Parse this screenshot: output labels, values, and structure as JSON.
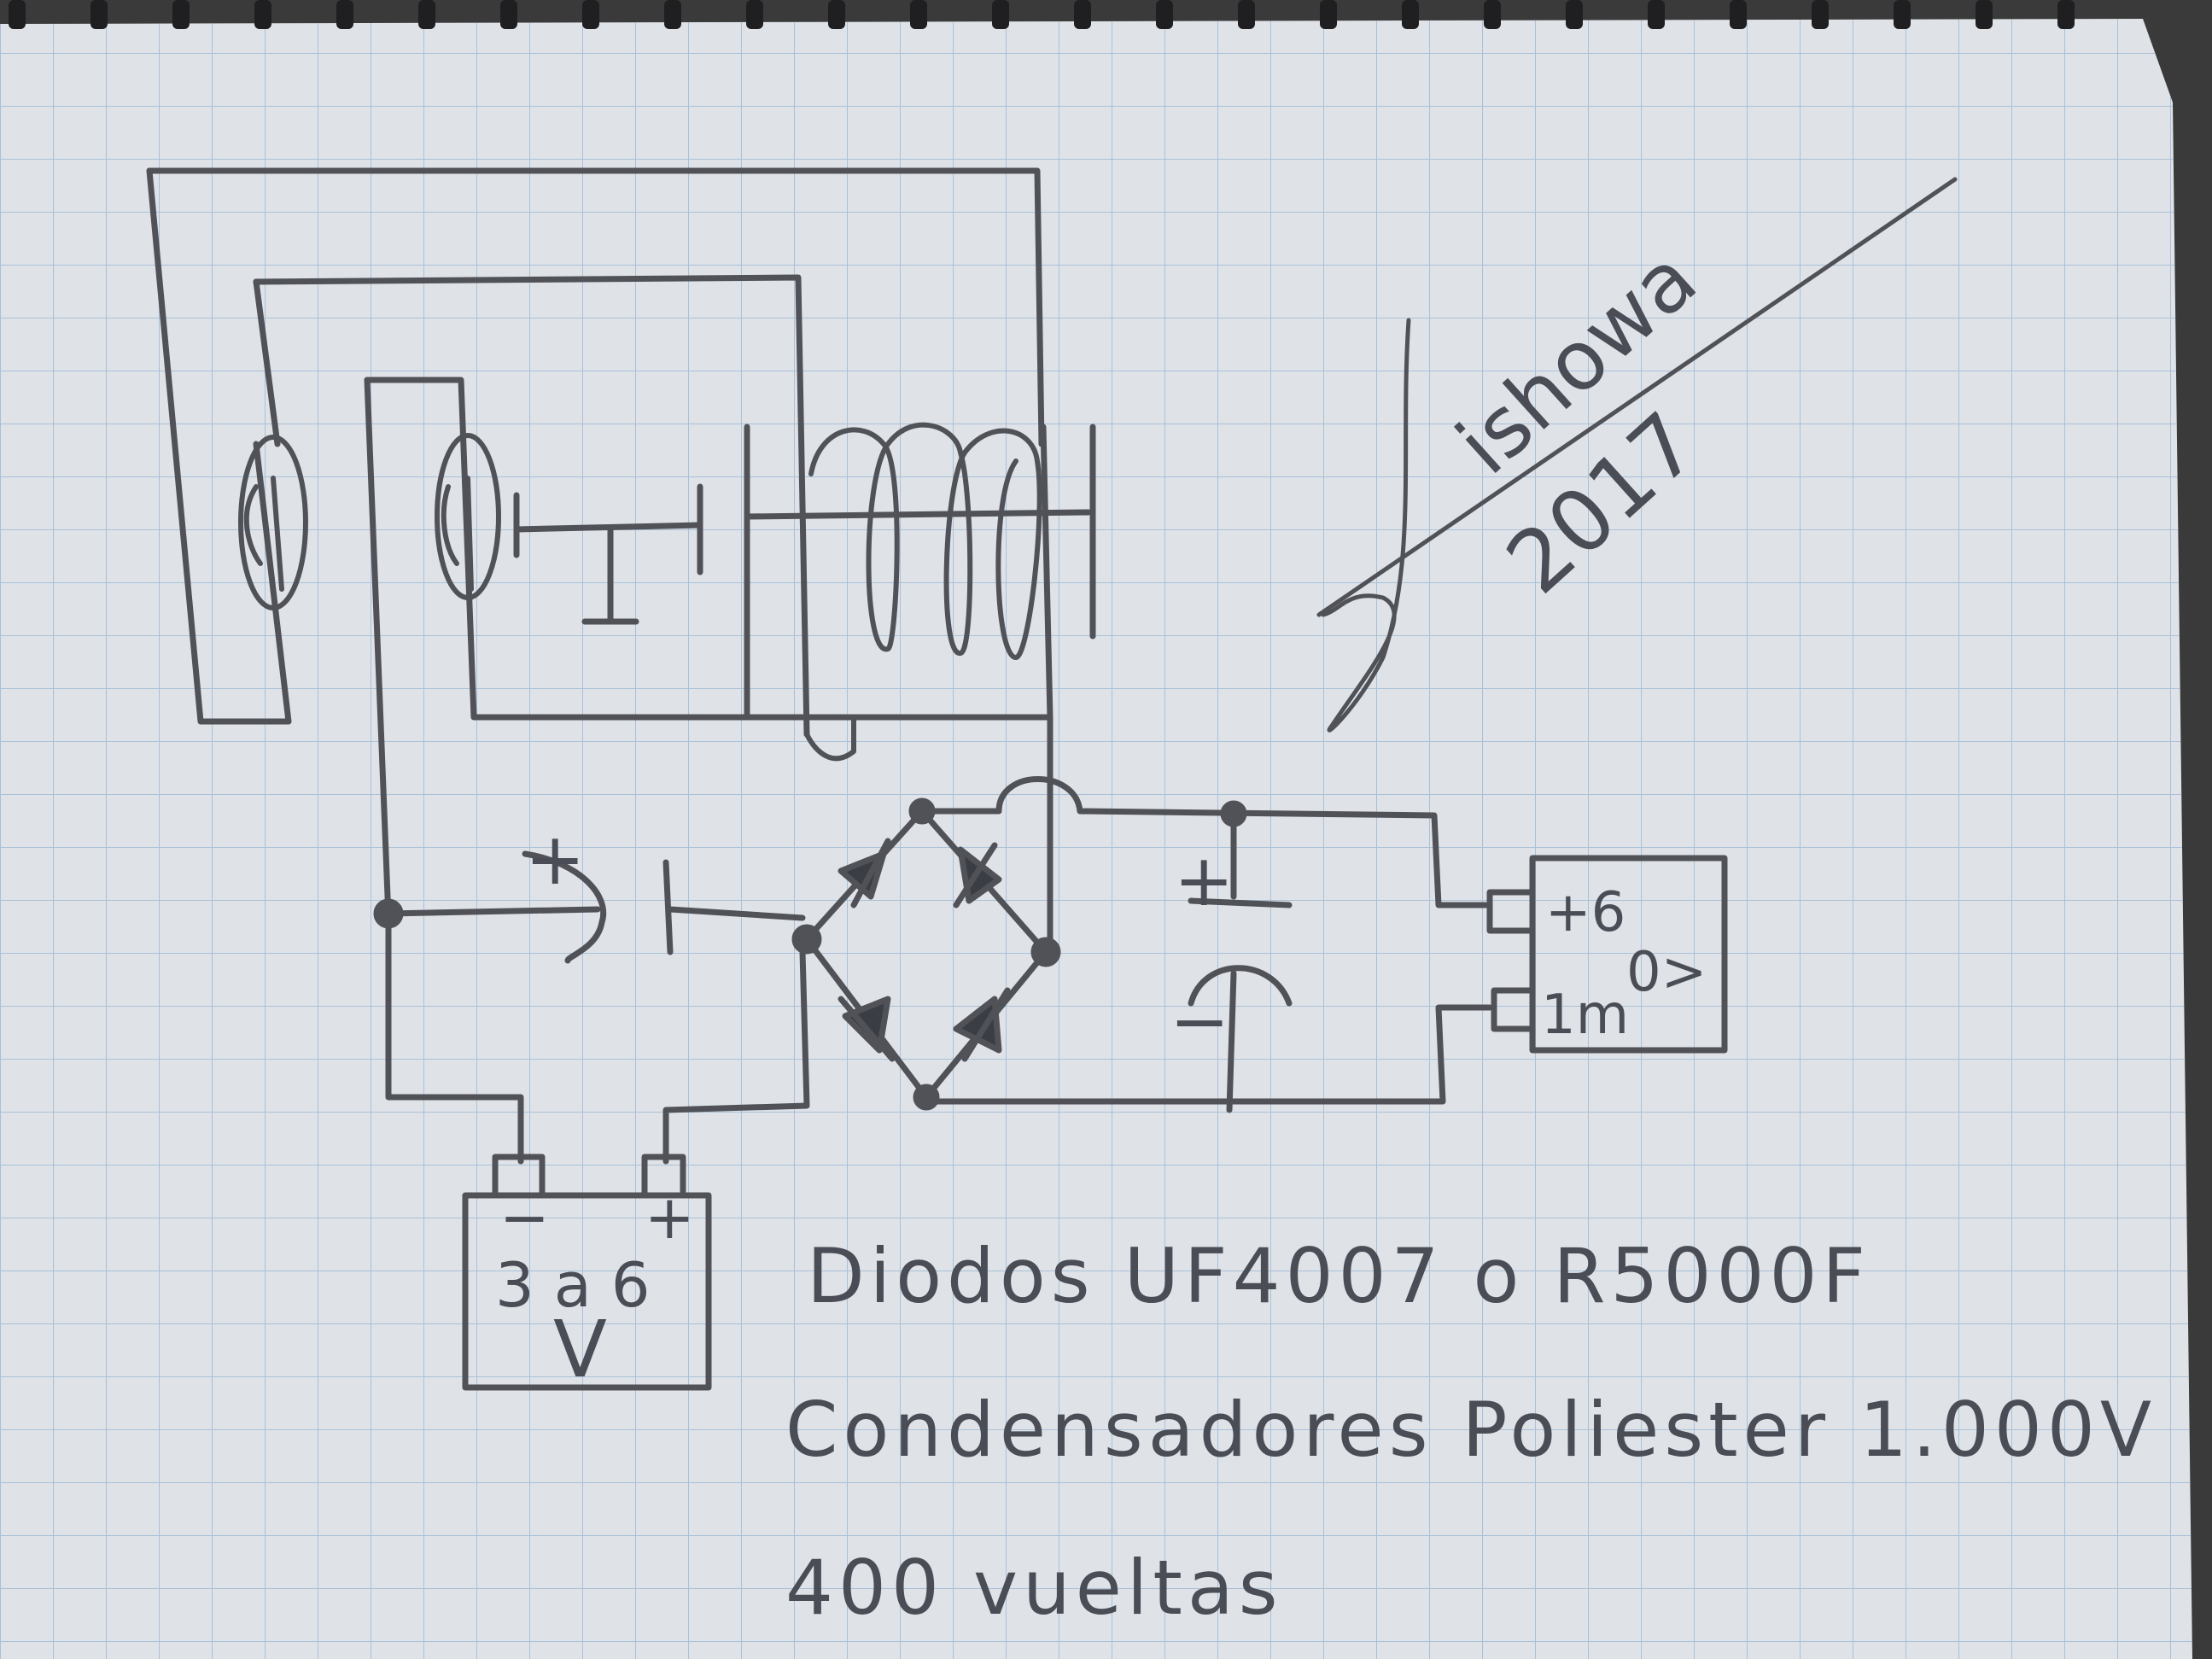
{
  "notes": {
    "line1": "Diodos UF4007 o R5000F",
    "line2": "Condensadores Poliester 1.000V",
    "line3": "400 vueltas"
  },
  "battery": {
    "minus": "−",
    "plus": "+",
    "range": "3 a 6",
    "unit": "V"
  },
  "output": {
    "plus_terminal": "+6",
    "voltage_label": "0>",
    "minus_terminal": "1m"
  },
  "polarity": {
    "cap_left_plus": "+",
    "cap_right_plus": "+",
    "cap_right_minus": "−"
  },
  "signature": {
    "name": "ishowa",
    "year": "2017"
  }
}
